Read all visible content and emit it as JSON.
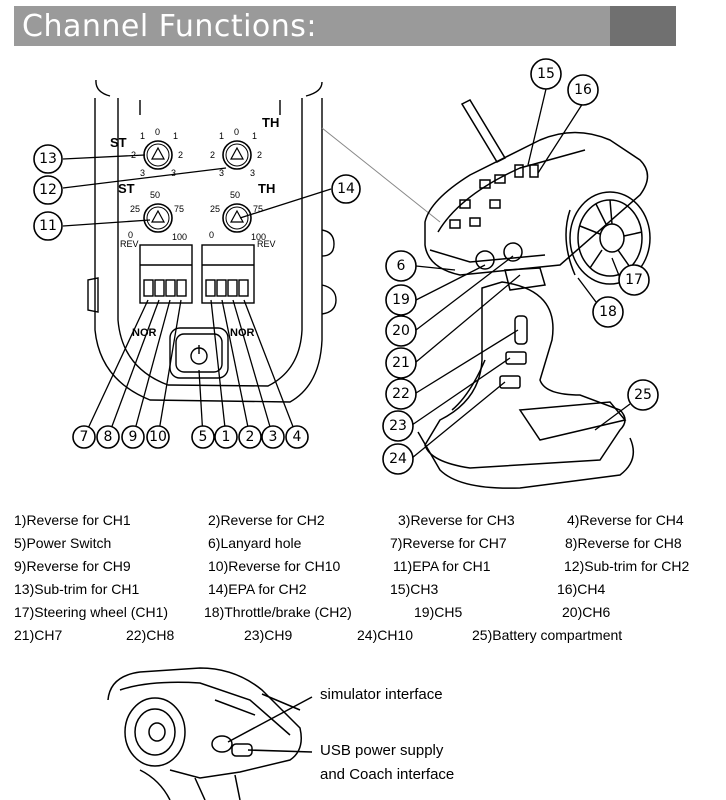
{
  "header": {
    "title": "Channel Functions:"
  },
  "panel": {
    "st_label": "ST",
    "th_label": "TH",
    "st_label_2": "ST",
    "th_label_2": "TH",
    "nor_left": "NOR",
    "nor_right": "NOR",
    "rev_left": "REV",
    "rev_right": "REV",
    "trim_ticks": [
      "0",
      "1",
      "1",
      "2",
      "2",
      "3",
      "3"
    ],
    "epa_ticks": [
      "50",
      "25",
      "75",
      "0",
      "100"
    ]
  },
  "callouts": [
    "1",
    "2",
    "3",
    "4",
    "5",
    "6",
    "7",
    "8",
    "9",
    "10",
    "11",
    "12",
    "13",
    "14",
    "15",
    "16",
    "17",
    "18",
    "19",
    "20",
    "21",
    "22",
    "23",
    "24",
    "25"
  ],
  "legend": [
    [
      "1)Reverse for CH1",
      "2)Reverse for CH2",
      "3)Reverse for CH3",
      "4)Reverse for CH4"
    ],
    [
      "5)Power Switch",
      "6)Lanyard hole",
      "7)Reverse for CH7",
      "8)Reverse for CH8"
    ],
    [
      "9)Reverse for CH9",
      "10)Reverse for CH10",
      "11)EPA for CH1",
      "12)Sub-trim for CH2"
    ],
    [
      "13)Sub-trim for CH1",
      "14)EPA for CH2",
      "15)CH3",
      "16)CH4"
    ],
    [
      "17)Steering wheel (CH1)",
      "18)Throttle/brake (CH2)",
      "19)CH5",
      "20)CH6"
    ],
    [
      "21)CH7",
      "22)CH8",
      "23)CH9",
      "24)CH10",
      "25)Battery compartment"
    ]
  ],
  "interfaces": {
    "simulator": "simulator interface",
    "usb_line1": "USB power supply",
    "usb_line2": "and Coach interface"
  }
}
